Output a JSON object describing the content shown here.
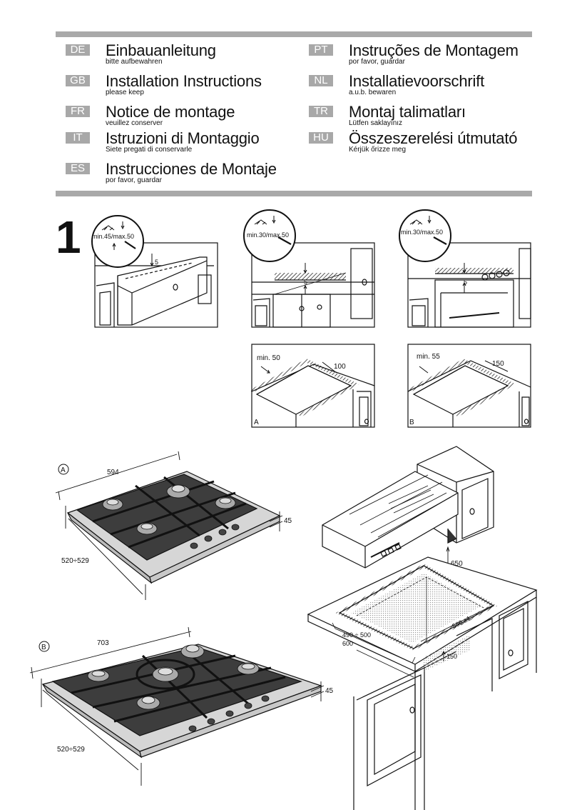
{
  "languages": [
    {
      "code": "DE",
      "title": "Einbauanleitung",
      "subtitle": "bitte aufbewahren"
    },
    {
      "code": "GB",
      "title": "Installation Instructions",
      "subtitle": "please keep"
    },
    {
      "code": "FR",
      "title": "Notice de montage",
      "subtitle": "veuillez conserver"
    },
    {
      "code": "IT",
      "title": "Istruzioni di Montaggio",
      "subtitle": "Siete pregati di conservarle"
    },
    {
      "code": "ES",
      "title": "Instrucciones de Montaje",
      "subtitle": "por favor, guardar"
    },
    {
      "code": "PT",
      "title": "Instruções de Montagem",
      "subtitle": "por favor, guardar"
    },
    {
      "code": "NL",
      "title": "Installatievoorschrift",
      "subtitle": "a.u.b. bewaren"
    },
    {
      "code": "TR",
      "title": "Montaj talimatları",
      "subtitle": "Lütfen saklayınız"
    },
    {
      "code": "HU",
      "title": "Összeszerelési útmutató",
      "subtitle": "Kérjük őrizze meg"
    }
  ],
  "figure_number": "1",
  "clearance_labels": {
    "drawer": "min.45/max.50",
    "middle": "min.30/max.50",
    "oven": "min.30/max.50",
    "gap": "5"
  },
  "cutout_a": {
    "min_label": "min. 50",
    "side": "100",
    "letter": "A"
  },
  "cutout_b": {
    "min_label": "min. 55",
    "side": "150",
    "letter": "B"
  },
  "hob_a": {
    "marker": "A",
    "width": "594",
    "depth": "520÷529",
    "height": "45"
  },
  "hob_b": {
    "marker": "B",
    "width": "703",
    "depth": "520÷529",
    "height": "45"
  },
  "worktop": {
    "hood_gap": "650",
    "cut_depth": "490 ÷ 500",
    "worktop_depth": "600",
    "cut_width": "560 ±1",
    "rear_gap": "150"
  }
}
